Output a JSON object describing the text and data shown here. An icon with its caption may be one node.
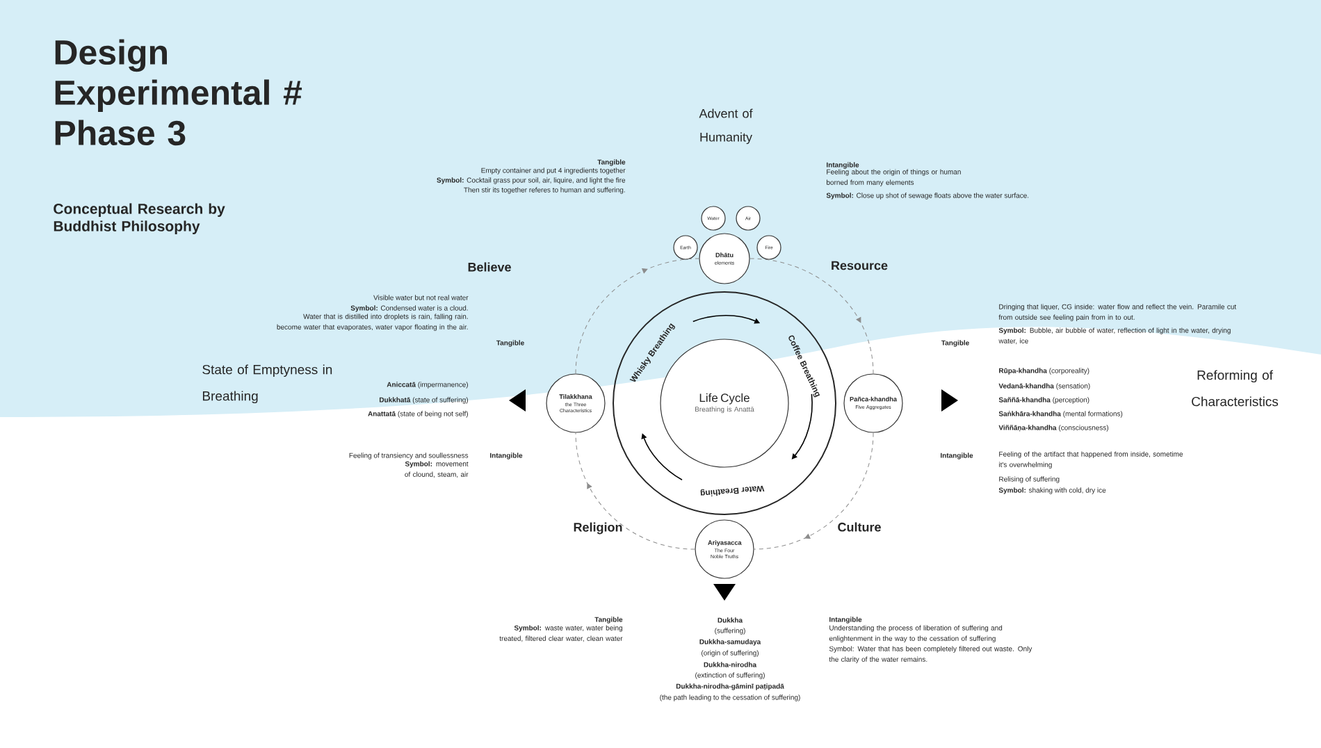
{
  "diagram": {
    "title": "Design Experimental # Phase 3",
    "nodes": [
      {
        "text": [
          "Whisky Breathing",
          "Coffee Breathing",
          "Water Breathing"
        ]
      },
      {
        "text": [
          "Life Cycle",
          "Breathing is Anattā"
        ],
        "in": 0
      },
      {
        "text": [
          "Dhātu",
          "elements"
        ]
      },
      {
        "text": [
          "Water"
        ]
      },
      {
        "text": [
          "Air"
        ]
      },
      {
        "text": [
          "Earth"
        ]
      },
      {
        "text": [
          "Fire"
        ]
      },
      {
        "text": [
          "Tilakkhana",
          "the Three Characteristics"
        ]
      },
      {
        "text": [
          "Pañca-khandha",
          "Five Aggregates"
        ]
      },
      {
        "text": [
          "Ariyasacca",
          "The Four Noble Truths"
        ]
      }
    ],
    "edges": [
      {
        "from": 7,
        "to": 2,
        "arrow": "to",
        "style": "dashed"
      },
      {
        "from": 2,
        "to": 8,
        "arrow": "to",
        "style": "dashed"
      },
      {
        "from": 8,
        "to": 9,
        "arrow": "to",
        "style": "dashed"
      },
      {
        "from": 9,
        "to": 7,
        "arrow": "to",
        "style": "dashed"
      }
    ],
    "labels": [
      "Conceptual Research by Buddhist Philosophy",
      "Advent of Humanity",
      "Tangible",
      "Empty container and put 4 ingredients together",
      "**Symbol:** Cocktail grass pour soil, air, liquire, and light the fire",
      "Then stir its together referes to human and suffering.",
      "Intangible",
      "Feeling about the origin of things or human borned from many elements",
      "**Symbol:** Close up shot of sewage floats above the water surface.",
      "Believe",
      "Resource",
      "Visible water but not real water",
      "**Symbol:** Condensed water is a cloud.",
      "Water that is distilled into droplets is rain, falling rain. become water that evaporates, water vapor floating in the air.",
      "Tangible",
      "Dringing that liquer, CG inside: water flow and reflect the vein. Paramile cut from outside see feeling pain from in to out.",
      "**Symbol:** Bubble, air bubble of water, reflection of light in the water, drying water, ice",
      "Tangible",
      "State of Emptyness in Breathing",
      "**Aniccatā** (impermanence)",
      "**Dukkhatā** (state of suffering)",
      "**Anattatā** (state of being not self)",
      "**Rūpa-khandha** (corporeality)",
      "**Vedanā-khandha** (sensation)",
      "**Saññā-khandha** (perception)",
      "**Saṅkhāra-khandha** (mental formations)",
      "**Viññāṇa-khandha** (consciousness)",
      "Reforming of Characteristics",
      "Intangible",
      "Feeling of transiency and soullessness",
      "**Symbol:** movement of clound, steam, air",
      "Intangible",
      "Feeling of the artifact that happened from inside, sometime it's overwhelming",
      "Relising of suffering",
      "**Symbol:** shaking with cold, dry ice",
      "Religion",
      "Culture",
      "Tangible",
      "**Symbol:** waste water, water being treated, filtered clear water, clean water",
      "Dukkha",
      "(suffering)",
      "Dukkha-samudaya",
      "(origin of suffering)",
      "Dukkha-nirodha",
      "(extinction of suffering)",
      "Dukkha-nirodha-gāminī paṭipadā",
      "(the path leading to the cessation of suffering)",
      "Intangible",
      "Understanding the process of liberation of suffering and enlightenment in the way to the cessation of suffering",
      "Symbol: Water that has been completely filtered out waste. Only the clarity of the water remains."
    ]
  }
}
